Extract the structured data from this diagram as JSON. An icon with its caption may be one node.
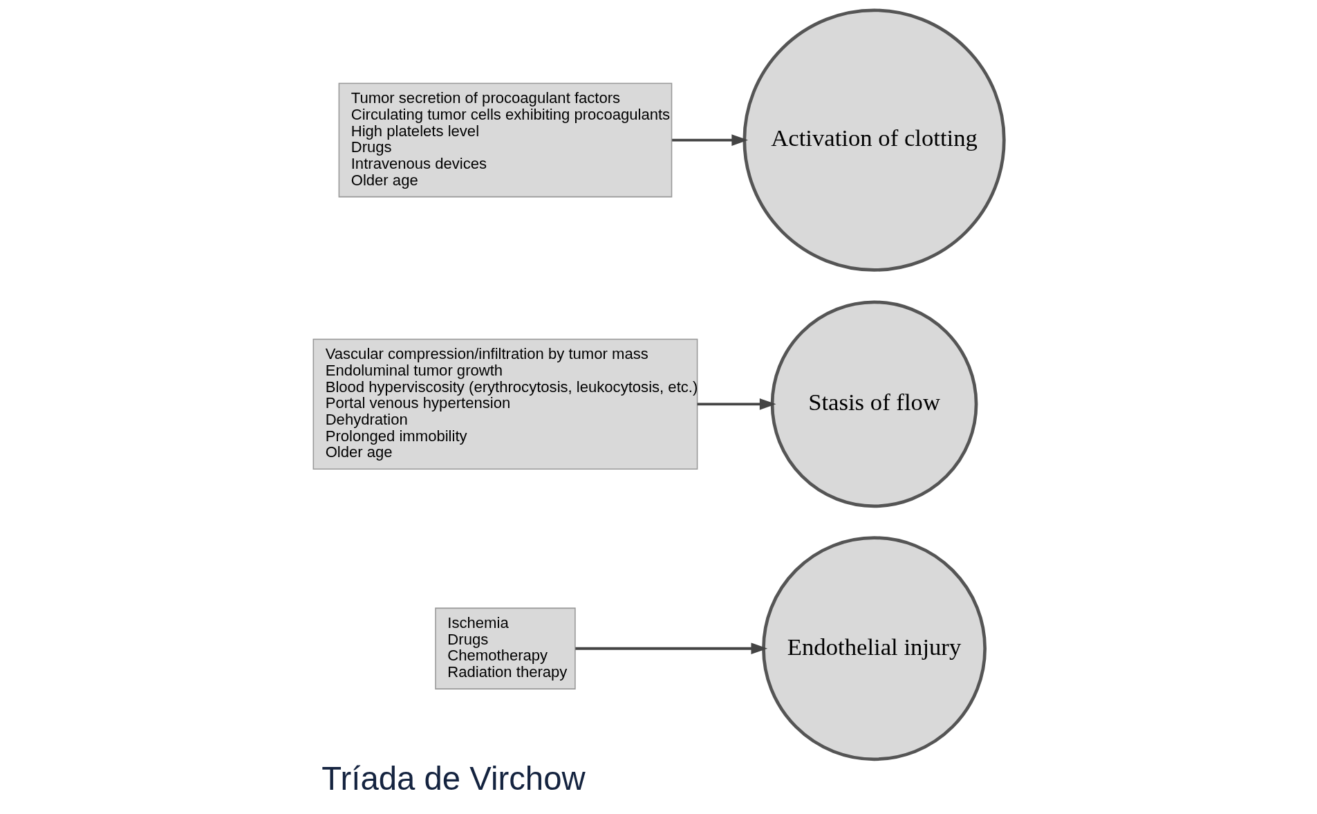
{
  "diagram": {
    "title": "Tríada de Virchow",
    "nodes": [
      {
        "text": [
          "Ischemia",
          "Drugs",
          "Chemotherapy",
          "Radiation therapy"
        ]
      },
      {
        "text": [
          "Endothelial injury"
        ]
      },
      {
        "text": [
          "Stasis of flow"
        ]
      },
      {
        "text": [
          "Vascular compression/infiltration by tumor mass",
          "Endoluminal tumor growth",
          "Blood hyperviscosity (erythrocytosis, leukocytosis, etc.)",
          "Portal venous hypertension",
          "Dehydration",
          "Prolonged immobility",
          "Older age"
        ]
      },
      {
        "text": [
          "Activation of clotting"
        ]
      },
      {
        "text": [
          "Tumor secretion of procoagulant factors",
          "Circulating tumor cells exhibiting procoagulants",
          "High platelets level",
          "Drugs",
          "Intravenous devices",
          "Older age"
        ]
      }
    ],
    "edges": [
      {
        "from": 0,
        "to": 1,
        "arrow": "to"
      },
      {
        "from": 3,
        "to": 2,
        "arrow": "to"
      },
      {
        "from": 5,
        "to": 4,
        "arrow": "to"
      }
    ]
  }
}
